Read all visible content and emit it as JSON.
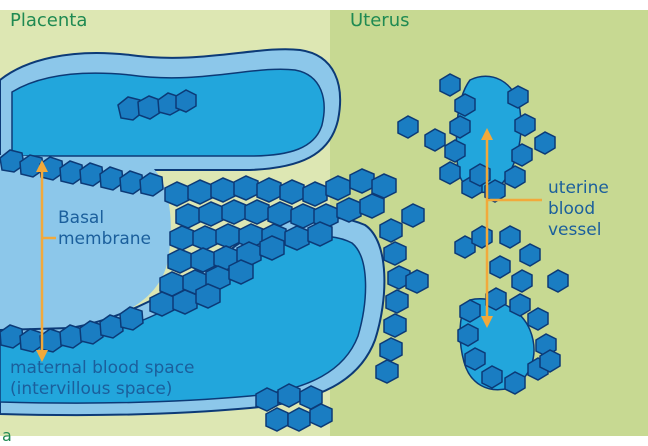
{
  "labels": {
    "placenta": "Placenta",
    "uterus": "Uterus",
    "basal_line1": "Basal",
    "basal_line2": "membrane",
    "vessel_line1": "uterine",
    "vessel_line2": "blood",
    "vessel_line3": "vessel",
    "space_line1": "maternal blood space",
    "space_line2": "(intervillous space)",
    "panel": "a"
  },
  "colors": {
    "placenta_bg": "#dde7b3",
    "uterus_bg": "#c7d992",
    "membrane": "#8cc7ea",
    "blood_space": "#22a6dc",
    "cell_fill": "#1a7dc2",
    "cell_stroke": "#0c3a77",
    "arrow": "#f2a93b",
    "text_label": "#1b5f9c",
    "text_region": "#1f8a52"
  }
}
